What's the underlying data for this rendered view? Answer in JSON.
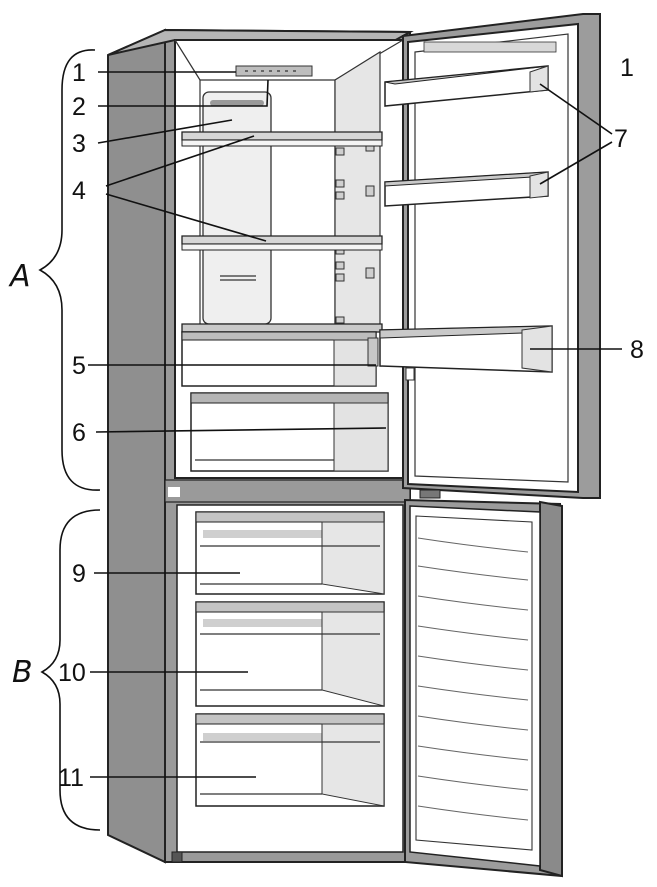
{
  "group_labels": {
    "a": "A",
    "b": "B"
  },
  "labels": {
    "l1_left": "1",
    "l1_right": "1",
    "l2": "2",
    "l3": "3",
    "l4": "4",
    "l5": "5",
    "l6": "6",
    "l7": "7",
    "l8": "8",
    "l9": "9",
    "l10": "10",
    "l11": "11"
  }
}
